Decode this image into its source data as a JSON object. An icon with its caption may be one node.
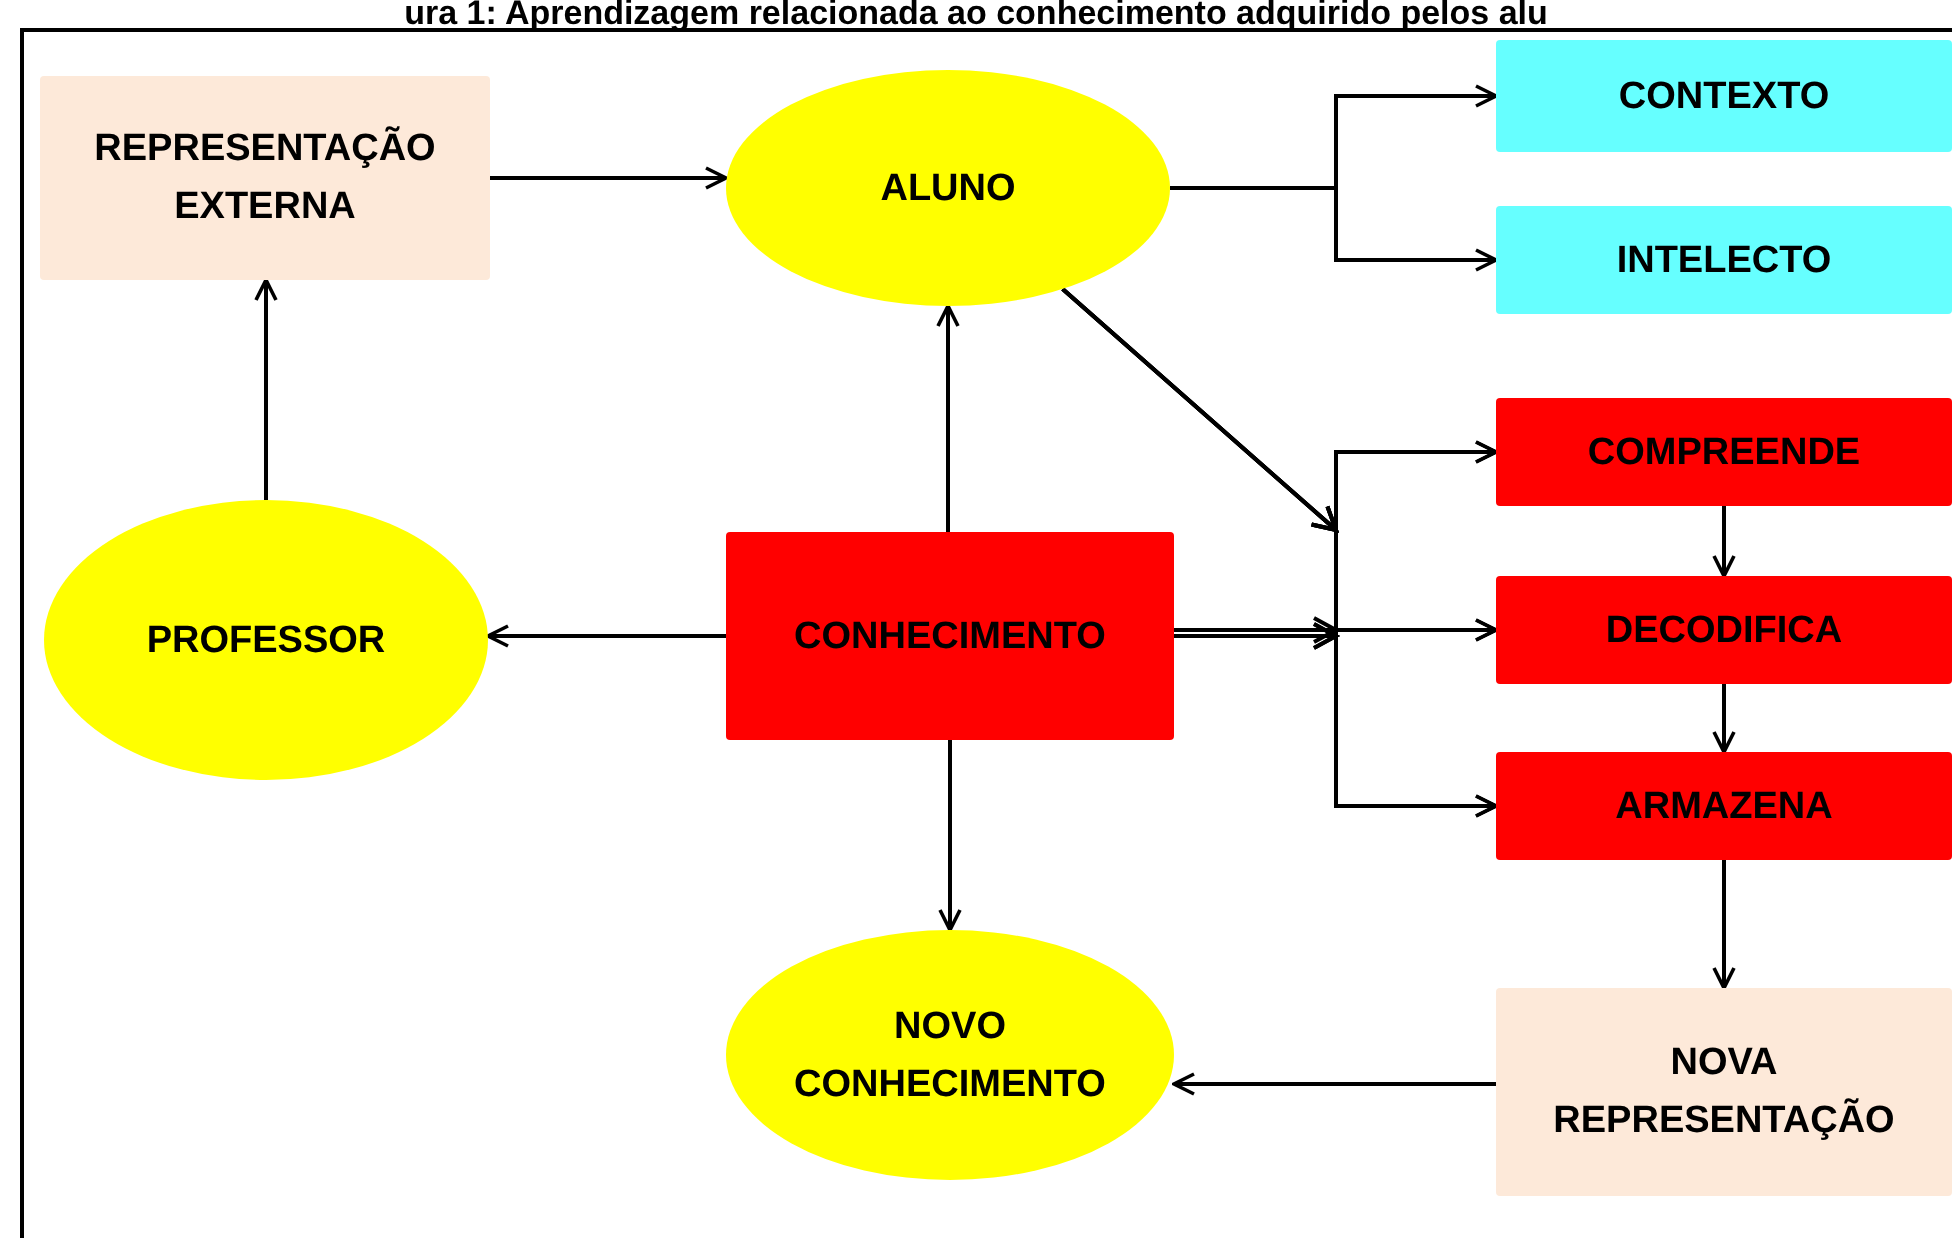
{
  "diagram": {
    "title": "ura 1: Aprendizagem relacionada ao conhecimento adquirido pelos alu",
    "nodes": [
      {
        "text": [
          "REPRESENTAÇÃO EXTERNA"
        ]
      },
      {
        "text": [
          "ALUNO"
        ]
      },
      {
        "text": [
          "CONTEXTO"
        ]
      },
      {
        "text": [
          "INTELECTO"
        ]
      },
      {
        "text": [
          "PROFESSOR"
        ]
      },
      {
        "text": [
          "CONHECIMENTO"
        ]
      },
      {
        "text": [
          "COMPREENDE"
        ]
      },
      {
        "text": [
          "DECODIFICA"
        ]
      },
      {
        "text": [
          "ARMAZENA"
        ]
      },
      {
        "text": [
          "NOVO CONHECIMENTO"
        ]
      },
      {
        "text": [
          "NOVA REPRESENTAÇÃO"
        ]
      }
    ],
    "edges": [
      {
        "from": 4,
        "to": 0,
        "arrow": "to"
      },
      {
        "from": 0,
        "to": 1,
        "arrow": "to"
      },
      {
        "from": 1,
        "to": 2,
        "arrow": "to"
      },
      {
        "from": 1,
        "to": 3,
        "arrow": "to"
      },
      {
        "from": 1,
        "to": 6,
        "arrow": "to"
      },
      {
        "from": 1,
        "to": 7,
        "arrow": "to"
      },
      {
        "from": 1,
        "to": 8,
        "arrow": "to"
      },
      {
        "from": 5,
        "to": 4,
        "arrow": "to"
      },
      {
        "from": 5,
        "to": 1,
        "arrow": "to"
      },
      {
        "from": 5,
        "to": 9,
        "arrow": "to"
      },
      {
        "from": 5,
        "to": 6,
        "arrow": "to"
      },
      {
        "from": 5,
        "to": 7,
        "arrow": "to"
      },
      {
        "from": 5,
        "to": 8,
        "arrow": "to"
      },
      {
        "from": 6,
        "to": 7,
        "arrow": "to"
      },
      {
        "from": 7,
        "to": 8,
        "arrow": "to"
      },
      {
        "from": 8,
        "to": 10,
        "arrow": "to"
      },
      {
        "from": 10,
        "to": 9,
        "arrow": "to"
      }
    ]
  }
}
